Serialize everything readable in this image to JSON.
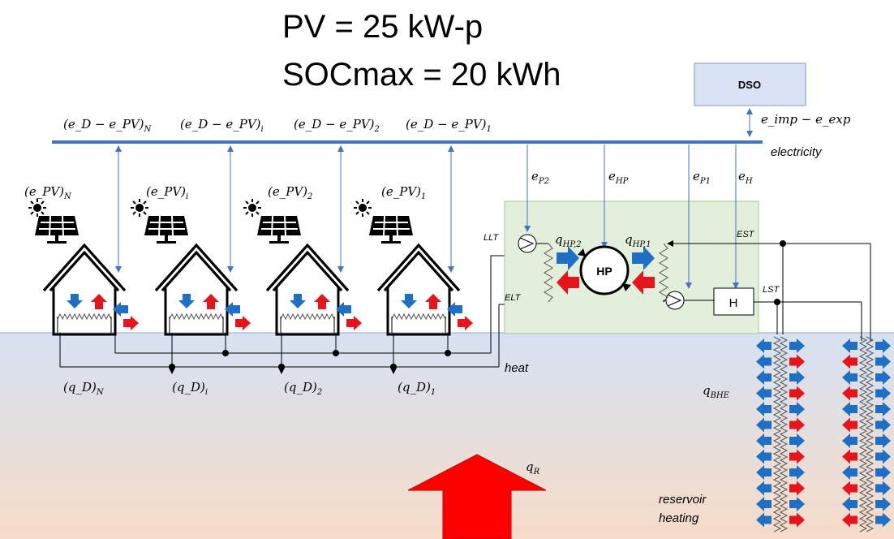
{
  "title": {
    "line1": "PV = 25 kW-p",
    "line2": "SOCmax = 20 kWh"
  },
  "dso": {
    "label": "DSO",
    "flow": "e_imp − e_exp"
  },
  "bus": {
    "label": "electricity"
  },
  "demand_labels": [
    {
      "base": "(e_D − e_PV)",
      "sub": "N"
    },
    {
      "base": "(e_D − e_PV)",
      "sub": "i"
    },
    {
      "base": "(e_D − e_PV)",
      "sub": "2"
    },
    {
      "base": "(e_D − e_PV)",
      "sub": "1"
    }
  ],
  "pv_labels": [
    {
      "base": "(e_PV)",
      "sub": "N"
    },
    {
      "base": "(e_PV)",
      "sub": "i"
    },
    {
      "base": "(e_PV)",
      "sub": "2"
    },
    {
      "base": "(e_PV)",
      "sub": "1"
    }
  ],
  "heat_labels": [
    {
      "base": "(q_D)",
      "sub": "N"
    },
    {
      "base": "(q_D)",
      "sub": "i"
    },
    {
      "base": "(q_D)",
      "sub": "2"
    },
    {
      "base": "(q_D)",
      "sub": "1"
    }
  ],
  "plant": {
    "e_p2": "e_P2",
    "e_hp": "e_HP",
    "e_p1": "e_P1",
    "e_h": "e_H",
    "q_hp2": "q_HP,2",
    "q_hp1": "q_HP,1",
    "hp": "HP",
    "heater": "H",
    "llt": "LLT",
    "elt": "ELT",
    "est": "EST",
    "lst": "LST"
  },
  "heat_label": "heat",
  "bhe_label": "q_BHE",
  "reservoir": {
    "q": "q_R",
    "line1": "reservoir",
    "line2": "heating"
  },
  "colors": {
    "blue": "#1f6fc5",
    "red": "#e8141b",
    "bus": "#4472c4",
    "plant_fill": "#e2efda",
    "dso_fill": "#dae3f3"
  }
}
